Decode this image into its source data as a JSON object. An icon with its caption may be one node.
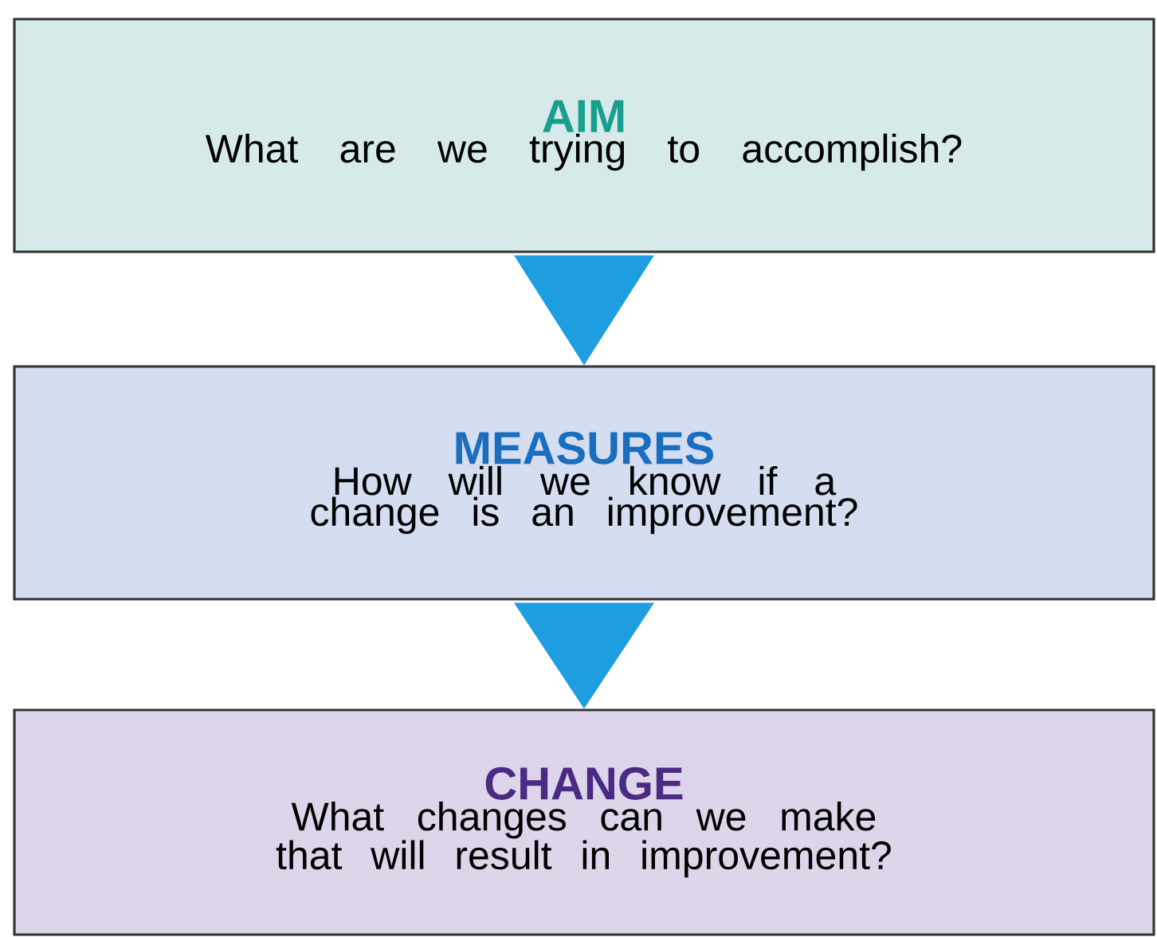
{
  "diagram": {
    "nodes": [
      {
        "text": [
          "AIM",
          "What are we trying to accomplish?"
        ]
      },
      {
        "text": [
          "MEASURES",
          "How will we know if a change is an improvement?"
        ]
      },
      {
        "text": [
          "CHANGE",
          "What changes can we make that will result in improvement?"
        ]
      }
    ],
    "edges": [
      {
        "from": 0,
        "to": 1,
        "arrow": "to"
      },
      {
        "from": 1,
        "to": 2,
        "arrow": "to"
      }
    ]
  }
}
